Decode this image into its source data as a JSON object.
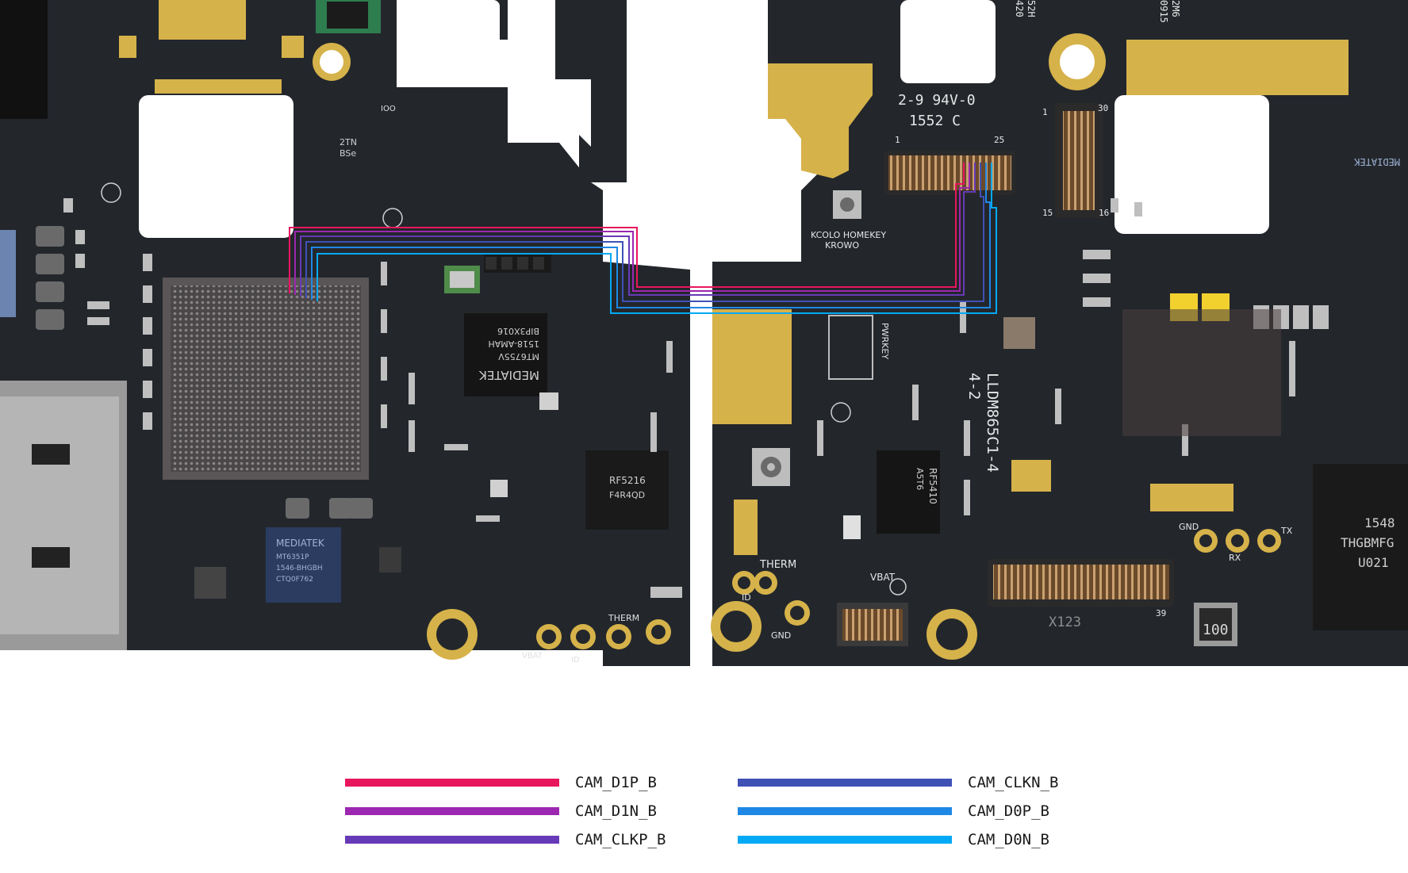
{
  "left_board": {
    "chips": [
      {
        "name": "soc-chip",
        "lines": [
          "MEDIATEK",
          "MT6755V",
          "1518-AMAH",
          "BIP3X016"
        ]
      },
      {
        "name": "pmic-chip",
        "lines": [
          "MEDIATEK",
          "MT6351P",
          "1546-BHGBH",
          "CTQ0F762"
        ]
      },
      {
        "name": "rf-chip",
        "lines": [
          "RF5216",
          "F4R4QD"
        ]
      },
      {
        "name": "small-chip",
        "lines": [
          "2TN",
          "BSe"
        ]
      }
    ],
    "labels": {
      "therm": "THERM",
      "vbat": "VBAT",
      "id": "ID",
      "ioo": "IOO"
    }
  },
  "right_board": {
    "silk": {
      "line1": "2-9 94V-0",
      "line2": "1552 C",
      "homekey_1": "KCOLO HOMEKEY",
      "homekey_2": "KROWO",
      "pwrkey": "PWRKEY",
      "board_id_1": "LLDM865C1-4",
      "board_id_2": "4-2",
      "therm": "THERM",
      "id": "ID",
      "gnd_left": "GND",
      "vbat": "VBAT",
      "gnd_right": "GND",
      "rx": "RX",
      "tx": "TX",
      "x123": "X123",
      "conn_pin_1": "1",
      "conn_pin_25": "25",
      "conn2_pin_1": "1",
      "conn2_pin_30": "30",
      "conn2_pin_15": "15",
      "conn2_pin_16": "16",
      "bot_conn_pin_39": "39",
      "top_code_1": "52H",
      "top_code_2": "420",
      "top_code_3": "2M6",
      "top_code_4": "0915",
      "inductor": "100"
    },
    "chips": [
      {
        "name": "rf-chip-right",
        "lines": [
          "RF5410",
          "A5T6"
        ]
      },
      {
        "name": "flash-chip",
        "lines": [
          "1548",
          "THGBMFG",
          "U021"
        ]
      },
      {
        "name": "mediatek-chip-right",
        "lines": [
          "MEDIATEK"
        ]
      }
    ]
  },
  "chart_data": {
    "type": "diagram",
    "series": [
      {
        "name": "CAM_D1P_B",
        "color": "#e8175d"
      },
      {
        "name": "CAM_D1N_B",
        "color": "#9c27b0"
      },
      {
        "name": "CAM_CLKP_B",
        "color": "#673ab7"
      },
      {
        "name": "CAM_CLKN_B",
        "color": "#3f51b5"
      },
      {
        "name": "CAM_D0P_B",
        "color": "#1e88e5"
      },
      {
        "name": "CAM_D0N_B",
        "color": "#03a9f4"
      }
    ]
  }
}
